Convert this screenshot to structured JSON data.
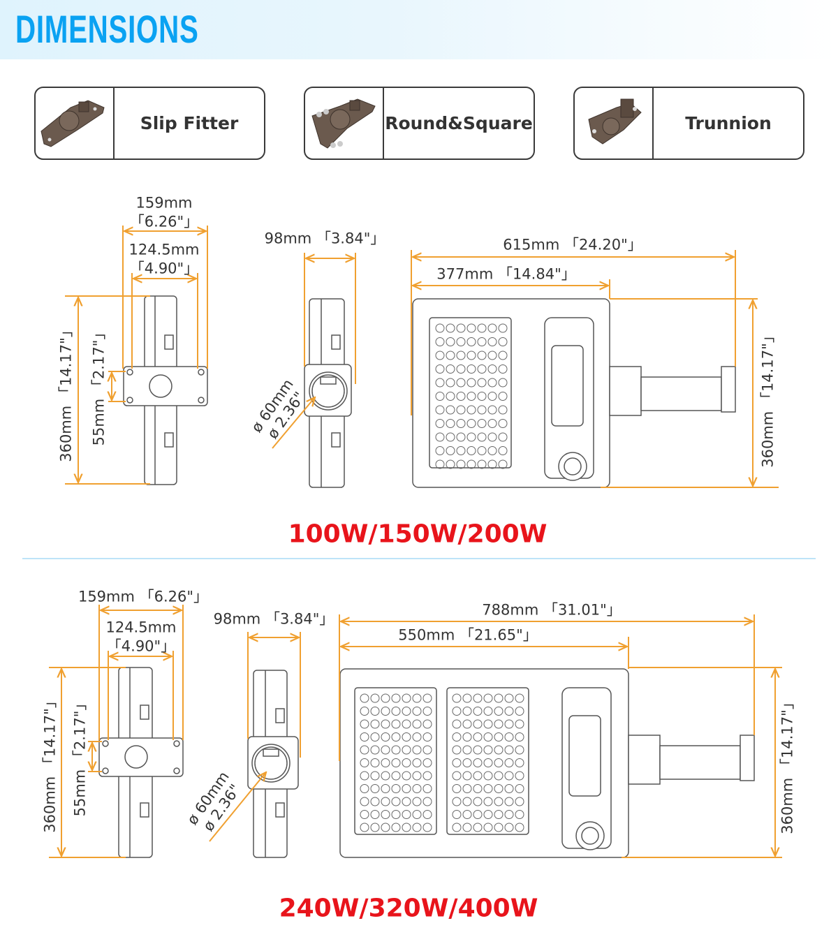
{
  "header": {
    "title": "DIMENSIONS"
  },
  "mounts": [
    {
      "label": "Slip Fitter",
      "icon": "slip-fitter-bracket"
    },
    {
      "label": "Round&Square",
      "icon": "round-square-bracket"
    },
    {
      "label": "Trunnion",
      "icon": "trunnion-bracket"
    }
  ],
  "section1": {
    "width_total": "159mm",
    "width_total_in": "「6.26\"」",
    "width_plate": "124.5mm",
    "width_plate_in": "「4.90\"」",
    "height": "360mm 「14.17\"」",
    "plate_height": "55mm 「2.17\"」",
    "depth": "98mm 「3.84\"」",
    "pole_dia": "ø 60mm",
    "pole_dia_in": "ø 2.36\"",
    "length_total": "615mm 「24.20\"」",
    "length_body": "377mm 「14.84\"」",
    "height_right": "360mm 「14.17\"」",
    "wattage": "100W/150W/200W"
  },
  "section2": {
    "width_total": "159mm 「6.26\"」",
    "width_plate": "124.5mm",
    "width_plate_in": "「4.90\"」",
    "height": "360mm 「14.17\"」",
    "plate_height": "55mm 「2.17\"」",
    "depth": "98mm 「3.84\"」",
    "pole_dia": "ø 60mm",
    "pole_dia_in": "ø 2.36\"",
    "length_total": "788mm 「31.01\"」",
    "length_body": "550mm 「21.65\"」",
    "height_right": "360mm 「14.17\"」",
    "wattage": "240W/320W/400W"
  },
  "colors": {
    "accent": "#0aa2f2",
    "dimension": "#f0a030",
    "wattage": "#e8141b",
    "outline": "#555555",
    "bracket": "#6b5a4e"
  }
}
